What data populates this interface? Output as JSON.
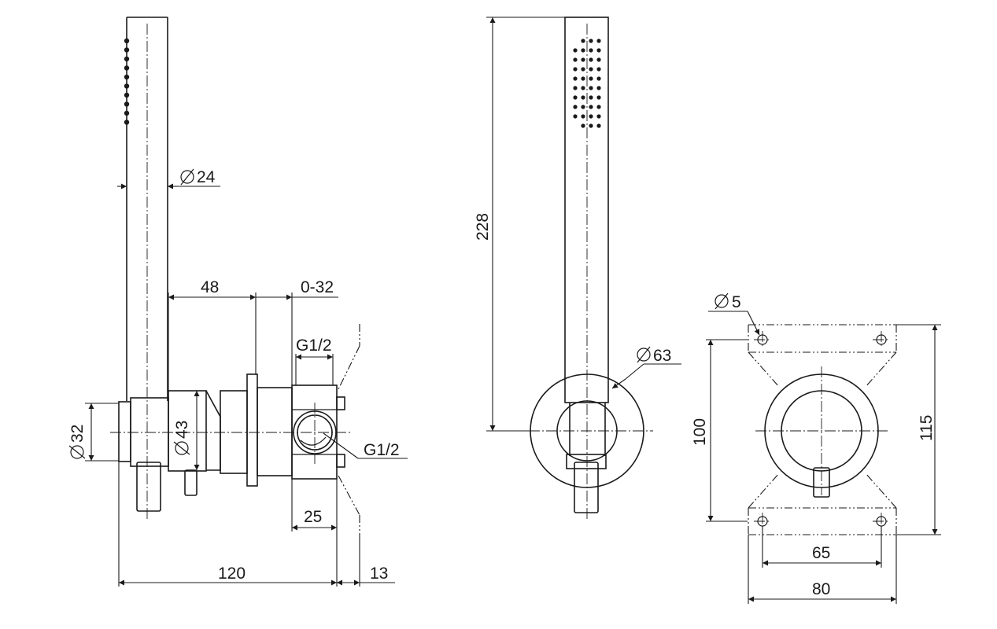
{
  "dimensions": {
    "handshower_diameter": "24",
    "hose_connector_diameter": "32",
    "body_diameter": "43",
    "depth_48": "48",
    "depth_adjust": "0-32",
    "thread_top": "G1/2",
    "thread_side": "G1/2",
    "depth_25": "25",
    "depth_total": "120",
    "depth_13": "13",
    "handshower_length": "228",
    "rosette_diameter": "63",
    "hole_diameter": "5",
    "box_height_inner": "100",
    "box_height_outer": "115",
    "box_width_inner": "65",
    "box_width_outer": "80"
  },
  "diameter_symbol": "∅"
}
